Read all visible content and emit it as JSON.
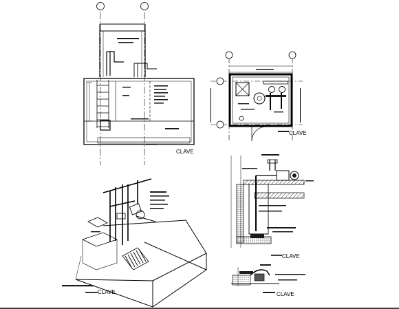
{
  "labels": {
    "plan": "CLAVE",
    "pump_room_plan": "CLAVE",
    "section": "CLAVE",
    "detail": "CLAVE",
    "isometric": "CLAVE"
  },
  "colors": {
    "background": "#ffffff",
    "ink": "#000000",
    "fill_dark": "#1a1a1a",
    "fill_hatch": "#555555"
  }
}
